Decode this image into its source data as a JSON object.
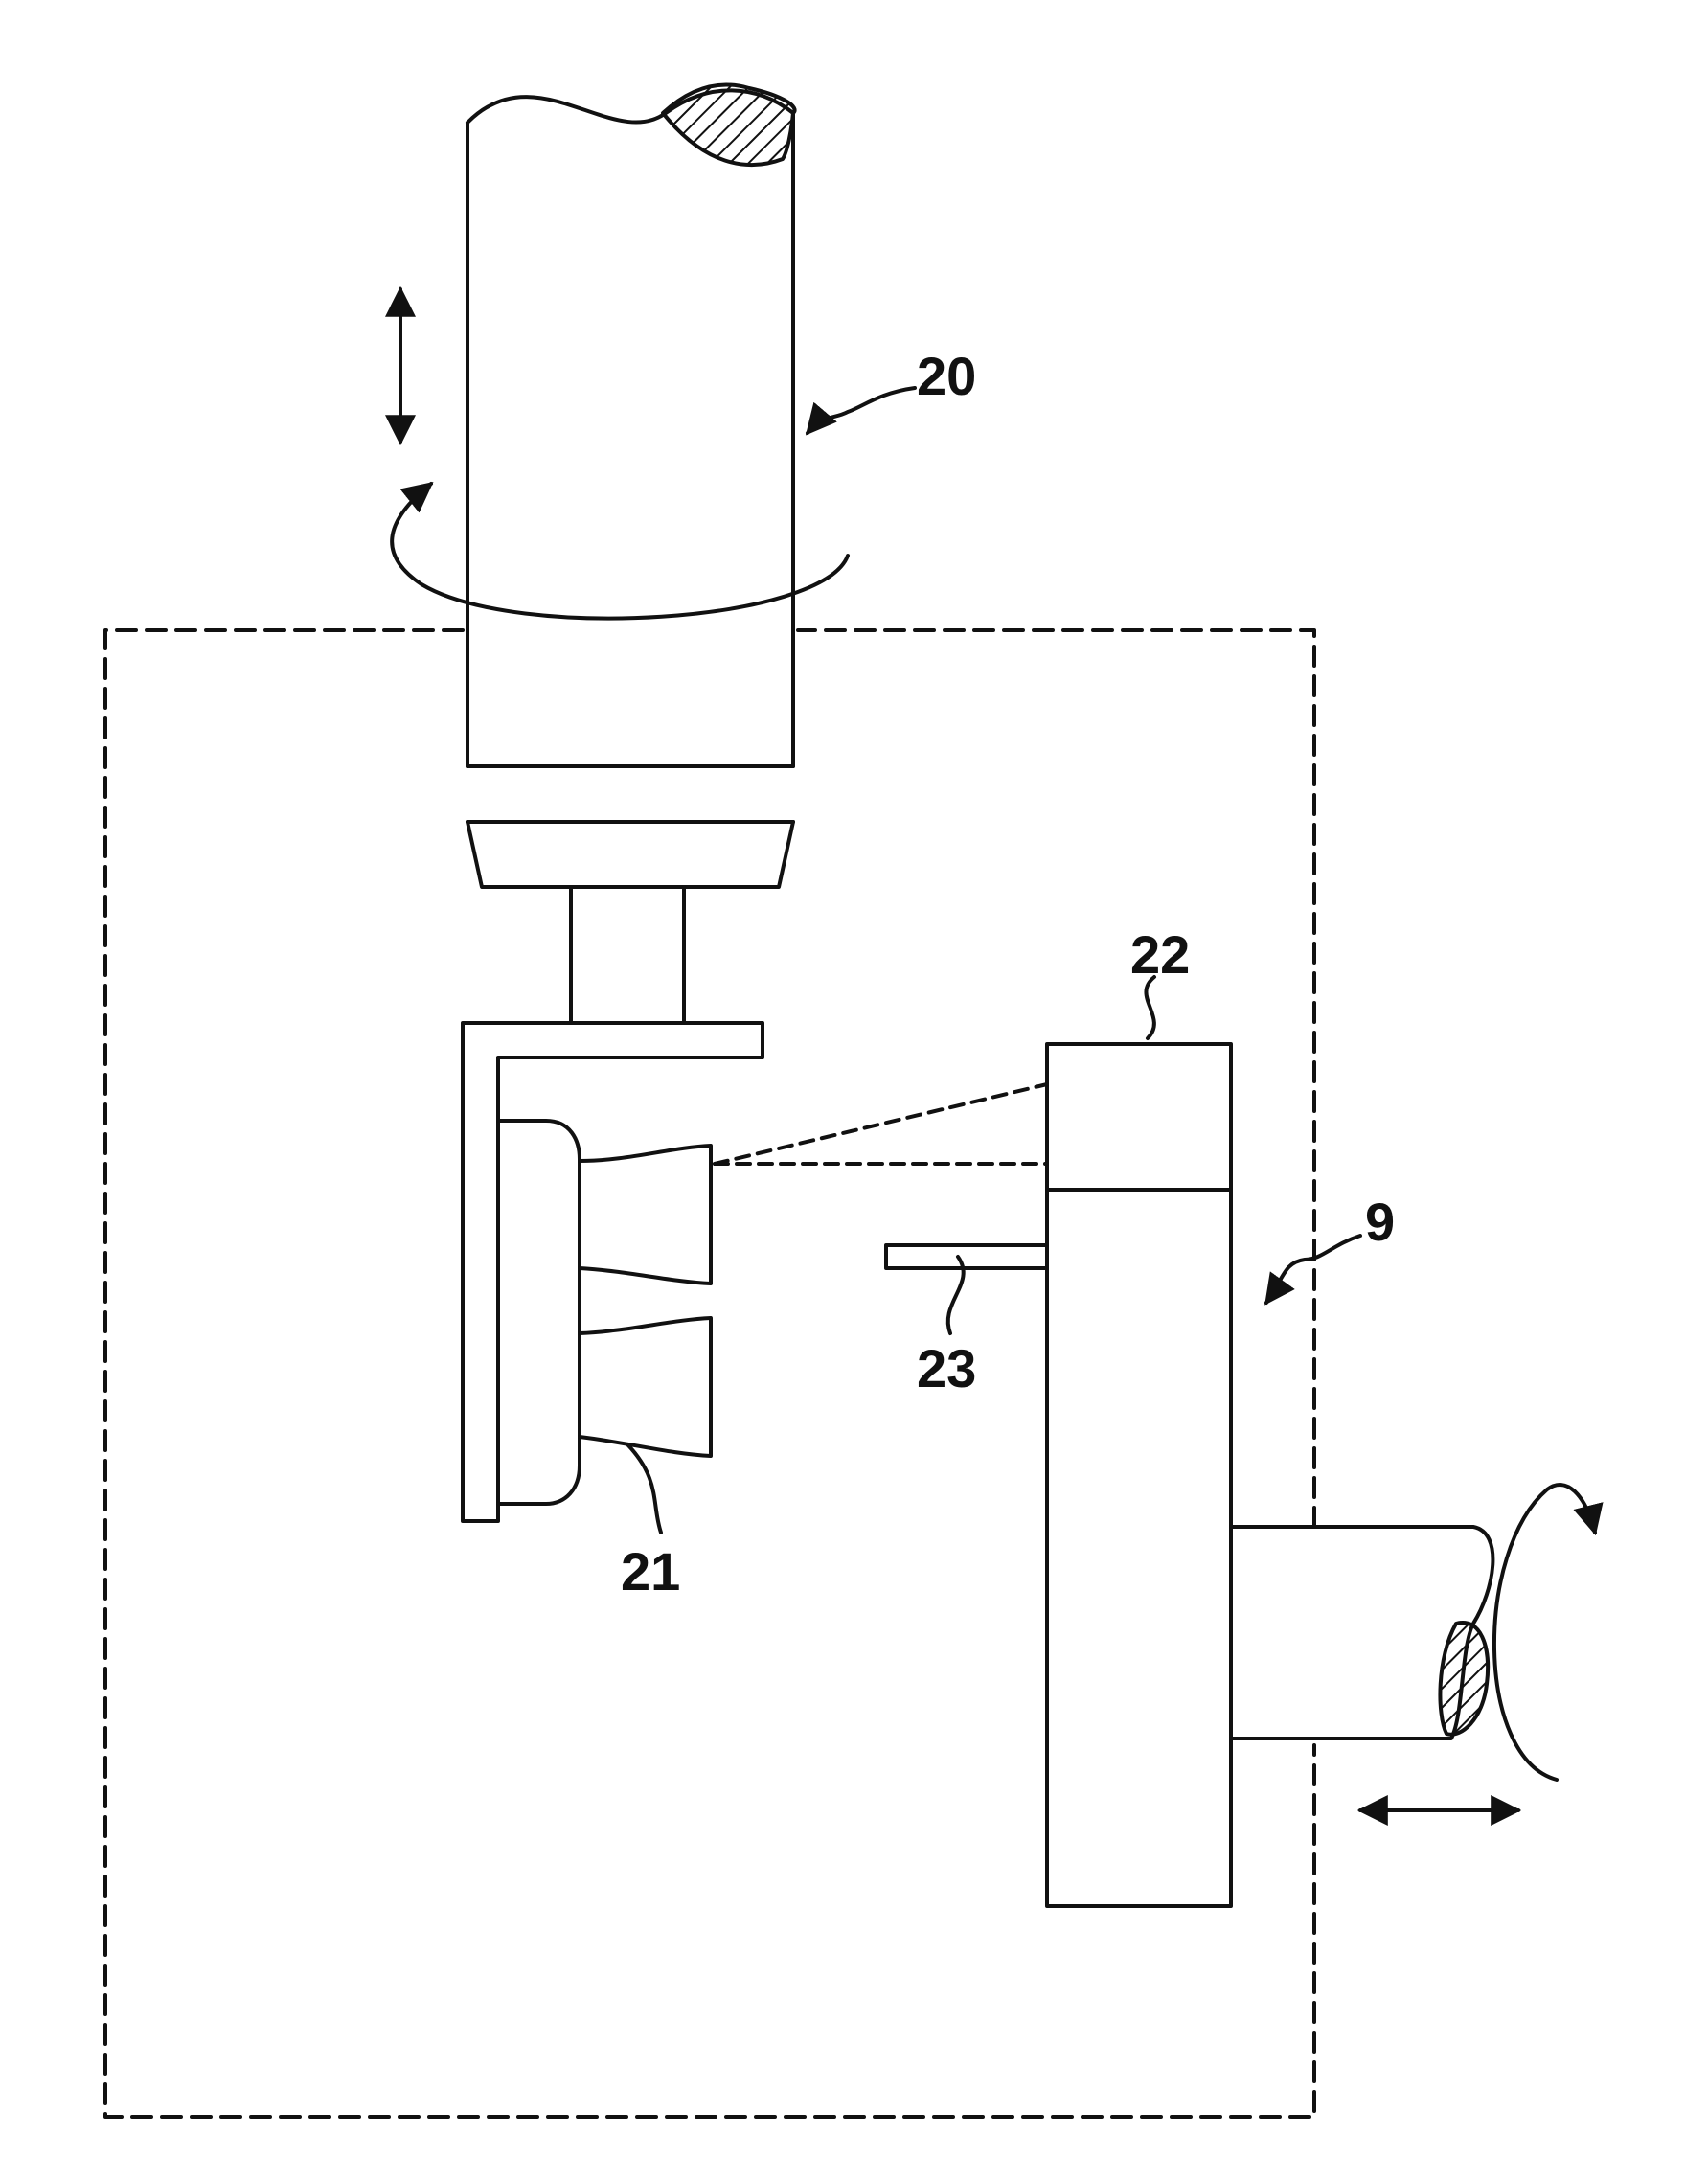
{
  "labels": {
    "spindle": "20",
    "workpieces": "21",
    "sensor_head": "22",
    "probe": "23",
    "station": "9"
  },
  "colors": {
    "ink": "#111111",
    "background": "#ffffff"
  }
}
